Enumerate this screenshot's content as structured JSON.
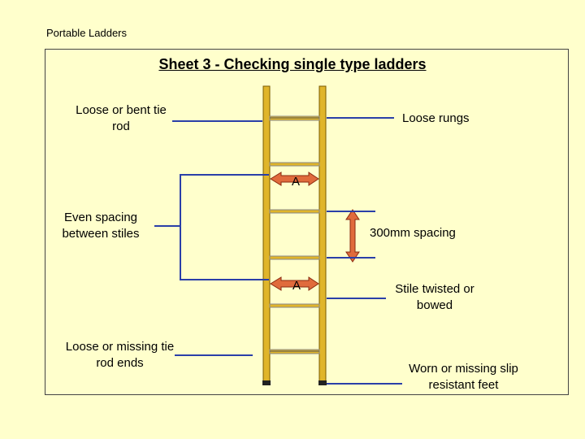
{
  "header": {
    "text": "Portable Ladders"
  },
  "title": "Sheet 3 - Checking single type ladders",
  "labels": {
    "tie_rod": "Loose or bent tie rod",
    "loose_rungs": "Loose rungs",
    "even_spacing": "Even spacing between stiles",
    "spacing_300": "300mm spacing",
    "stile_twisted": "Stile twisted or bowed",
    "tie_rod_ends": "Loose or missing tie rod ends",
    "worn_feet": "Worn or missing slip resistant feet"
  },
  "markers": {
    "a_top": "A",
    "a_bottom": "A"
  },
  "colors": {
    "background": "#ffffcc",
    "stile": "#e0b52a",
    "leader_line": "#2a3fa8",
    "arrow_fill": "#e06b3c"
  }
}
